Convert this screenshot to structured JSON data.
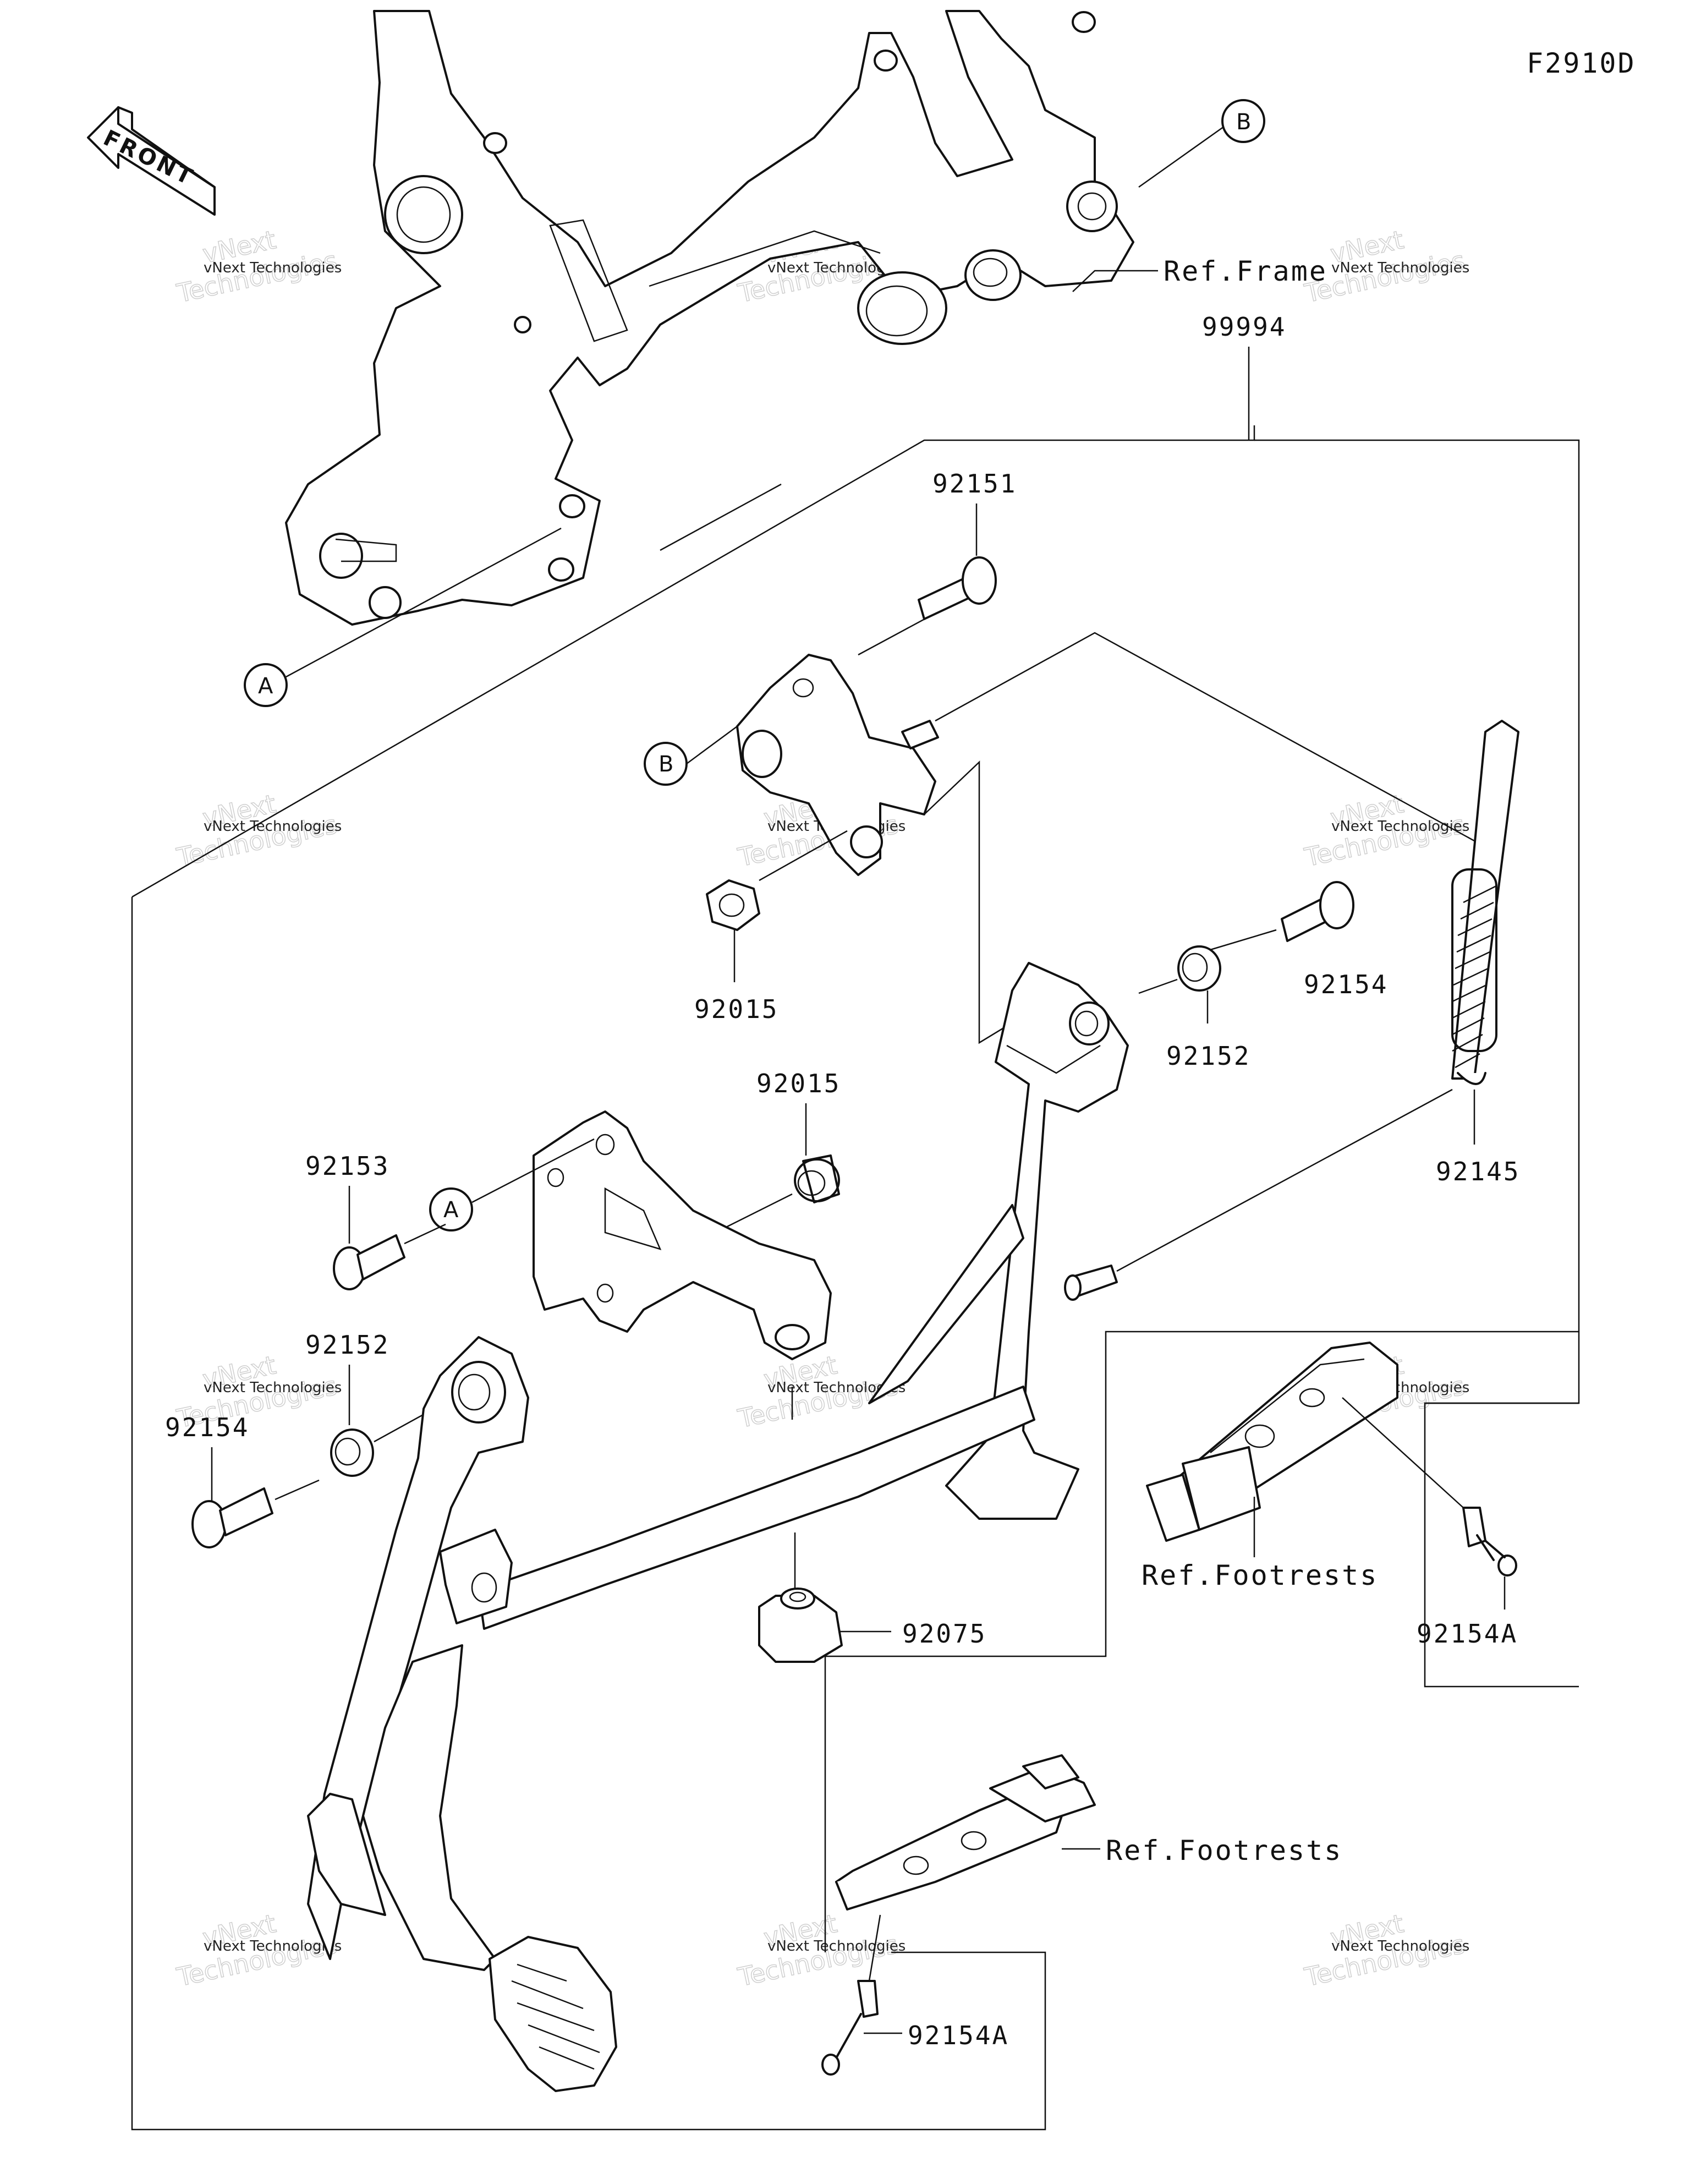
{
  "figure_code": "F2910D",
  "front_arrow_text": "FRONT",
  "callout_a": "A",
  "callout_b": "B",
  "ref_frame": "Ref.Frame",
  "ref_footrests_1": "Ref.Footrests",
  "ref_footrests_2": "Ref.Footrests",
  "parts": {
    "kit": "99994",
    "bolt_top": "92151",
    "nut_upper": "92015",
    "collar_nut_mid": "92015",
    "bolt_left": "92153",
    "collar_right": "92152",
    "collar_left": "92152",
    "bolt_right": "92154",
    "bolt_left_lower": "92154",
    "spring": "92145",
    "rubber_stopper": "92075",
    "bolt_a_upper": "92154A",
    "bolt_a_lower": "92154A"
  },
  "watermark": {
    "line1": "vNext Technologies",
    "line2": "Technologies",
    "line3": "vNext"
  }
}
